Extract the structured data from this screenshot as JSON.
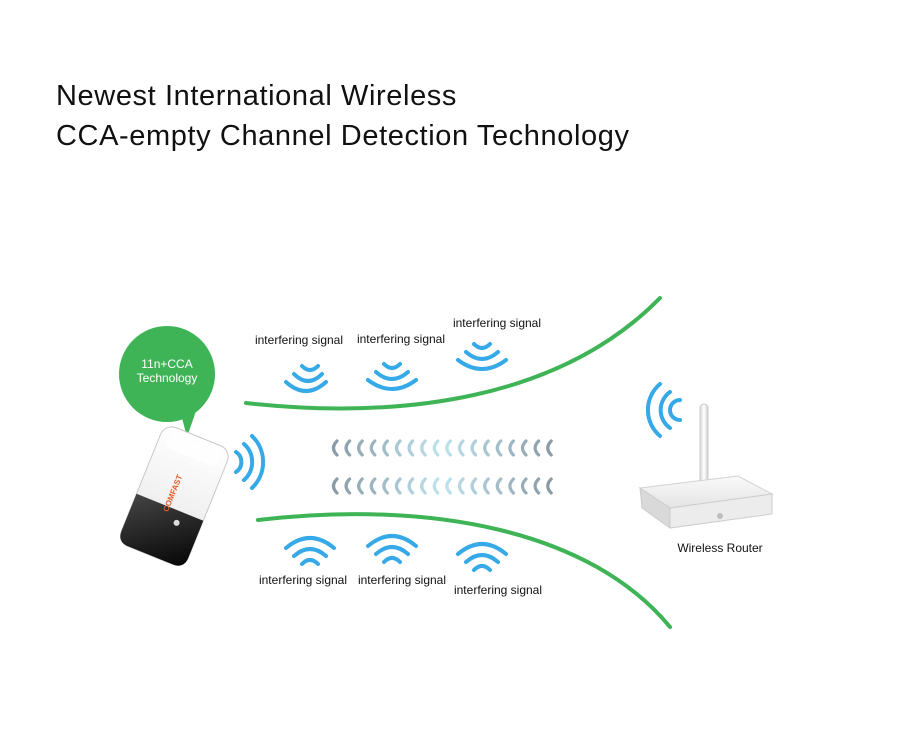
{
  "title": {
    "line1": "Newest International Wireless",
    "line2": "CCA-empty Channel Detection Technology"
  },
  "bubble": {
    "line1": "11n+CCA",
    "line2": "Technology"
  },
  "adapter": {
    "brand": "COMFAST"
  },
  "router": {
    "label": "Wireless Router"
  },
  "signals": {
    "top": [
      "interfering signal",
      "interfering signal",
      "interfering signal"
    ],
    "bottom": [
      "interfering signal",
      "interfering signal",
      "interfering signal"
    ]
  },
  "colors": {
    "green": "#3fb457",
    "signal_blue": "#36a9e8",
    "stream_dark": "#8a9ba8",
    "stream_light": "#bfe4ef",
    "title": "#111111"
  }
}
